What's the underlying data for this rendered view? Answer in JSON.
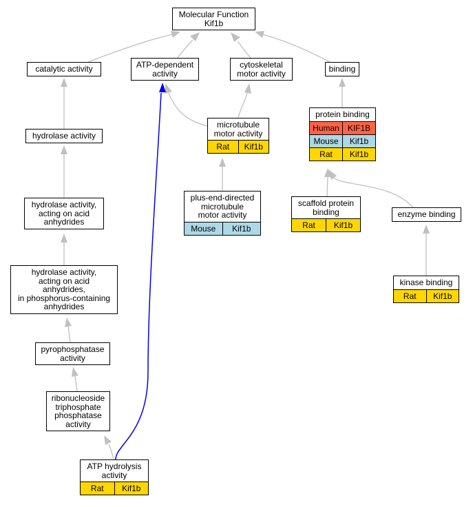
{
  "nodes": [
    {
      "id": "mf",
      "label": "Molecular Function\nKif1b",
      "rows": []
    },
    {
      "id": "catalytic",
      "label": "catalytic activity",
      "rows": []
    },
    {
      "id": "atp_dep",
      "label": "ATP-dependent\nactivity",
      "rows": []
    },
    {
      "id": "cyto_motor",
      "label": "cytoskeletal\nmotor activity",
      "rows": []
    },
    {
      "id": "binding",
      "label": "binding",
      "rows": []
    },
    {
      "id": "hydrolase",
      "label": "hydrolase activity",
      "rows": []
    },
    {
      "id": "mt_motor",
      "label": "microtubule\nmotor activity",
      "rows": [
        {
          "species": "Rat",
          "gene": "Kif1b",
          "color": "#ffd700"
        }
      ]
    },
    {
      "id": "protein_binding",
      "label": "protein binding",
      "rows": [
        {
          "species": "Human",
          "gene": "KIF1B",
          "color": "#ff6347"
        },
        {
          "species": "Mouse",
          "gene": "Kif1b",
          "color": "#add8e6"
        },
        {
          "species": "Rat",
          "gene": "Kif1b",
          "color": "#ffd700"
        }
      ]
    },
    {
      "id": "plus_end",
      "label": "plus-end-directed\nmicrotubule\nmotor activity",
      "rows": [
        {
          "species": "Mouse",
          "gene": "Kif1b",
          "color": "#add8e6"
        }
      ]
    },
    {
      "id": "hydrolase_acid",
      "label": "hydrolase activity,\nacting on acid\nanhydrides",
      "rows": []
    },
    {
      "id": "scaffold",
      "label": "scaffold protein\nbinding",
      "rows": [
        {
          "species": "Rat",
          "gene": "Kif1b",
          "color": "#ffd700"
        }
      ]
    },
    {
      "id": "enzyme",
      "label": "enzyme binding",
      "rows": []
    },
    {
      "id": "hydrolase_phos",
      "label": "hydrolase activity,\nacting on acid\nanhydrides,\nin phosphorus-containing\nanhydrides",
      "rows": []
    },
    {
      "id": "kinase",
      "label": "kinase binding",
      "rows": [
        {
          "species": "Rat",
          "gene": "Kif1b",
          "color": "#ffd700"
        }
      ]
    },
    {
      "id": "pyrophos",
      "label": "pyrophosphatase\nactivity",
      "rows": []
    },
    {
      "id": "ribo",
      "label": "ribonucleoside\ntriphosphate\nphosphatase\nactivity",
      "rows": []
    },
    {
      "id": "atp_hydro",
      "label": "ATP hydrolysis\nactivity",
      "rows": [
        {
          "species": "Rat",
          "gene": "Kif1b",
          "color": "#ffd700"
        }
      ]
    }
  ],
  "edges": [
    {
      "from": "catalytic",
      "to": "mf",
      "highlight": false
    },
    {
      "from": "atp_dep",
      "to": "mf",
      "highlight": false
    },
    {
      "from": "cyto_motor",
      "to": "mf",
      "highlight": false
    },
    {
      "from": "binding",
      "to": "mf",
      "highlight": false
    },
    {
      "from": "hydrolase",
      "to": "catalytic",
      "highlight": false
    },
    {
      "from": "mt_motor",
      "to": "atp_dep",
      "highlight": false
    },
    {
      "from": "mt_motor",
      "to": "cyto_motor",
      "highlight": false
    },
    {
      "from": "protein_binding",
      "to": "binding",
      "highlight": false
    },
    {
      "from": "plus_end",
      "to": "mt_motor",
      "highlight": false
    },
    {
      "from": "hydrolase_acid",
      "to": "hydrolase",
      "highlight": false
    },
    {
      "from": "scaffold",
      "to": "protein_binding",
      "highlight": false
    },
    {
      "from": "enzyme",
      "to": "protein_binding",
      "highlight": false
    },
    {
      "from": "hydrolase_phos",
      "to": "hydrolase_acid",
      "highlight": false
    },
    {
      "from": "kinase",
      "to": "enzyme",
      "highlight": false
    },
    {
      "from": "pyrophos",
      "to": "hydrolase_phos",
      "highlight": false
    },
    {
      "from": "ribo",
      "to": "pyrophos",
      "highlight": false
    },
    {
      "from": "atp_hydro",
      "to": "ribo",
      "highlight": false
    },
    {
      "from": "atp_hydro",
      "to": "atp_dep",
      "highlight": true
    }
  ],
  "colors": {
    "edge": "#c0c0c0",
    "highlight_edge": "#0000ee",
    "rat": "#ffd700",
    "mouse": "#add8e6",
    "human": "#ff6347"
  }
}
